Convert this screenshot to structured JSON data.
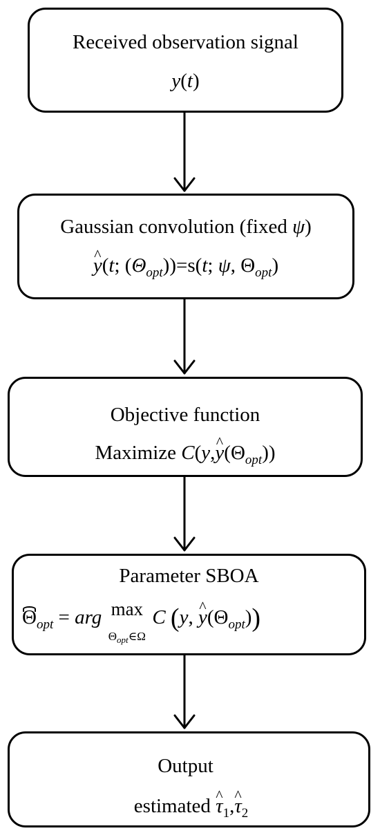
{
  "steps": [
    {
      "title": "Received observation signal",
      "formula_var": "y",
      "formula_arg": "t"
    },
    {
      "title": "Gaussian convolution (fixed ",
      "psi": "ψ",
      "close": ")",
      "lhs_var": "y",
      "lhs_t": "t",
      "lhs_theta": "Θ",
      "lhs_sub": "opt",
      "eq": "=",
      "rhs_s": "s",
      "rhs_t": "t",
      "rhs_psi": "ψ",
      "rhs_theta": "Θ",
      "rhs_sub": "opt"
    },
    {
      "title": "Objective function",
      "prefix": "Maximize ",
      "C": "C",
      "y": "y",
      "yhat": "y",
      "theta": "Θ",
      "sub": "opt"
    },
    {
      "title": "Parameter SBOA",
      "theta": "Θ",
      "sub": "opt",
      "eq": " = ",
      "arg": "arg",
      "max": "max",
      "under_theta": "Θ",
      "under_sub": "opt",
      "under_rest": "∈Ω",
      "C": "C",
      "y": "y",
      "yhat": "y",
      "theta2": "Θ",
      "sub2": "opt"
    },
    {
      "title": "Output",
      "prefix": "estimated ",
      "tau": "τ",
      "sub1": "1",
      "sep": ",",
      "sub2": "2"
    }
  ]
}
